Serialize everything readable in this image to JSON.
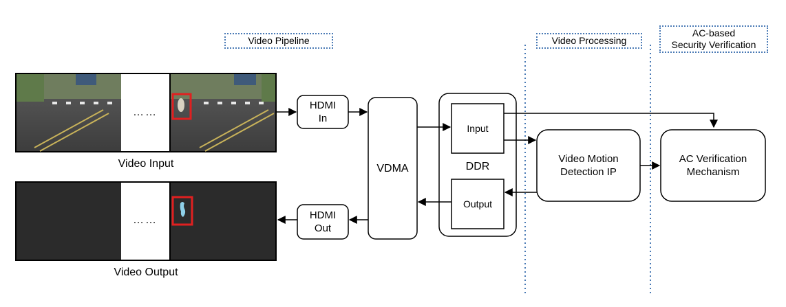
{
  "sections": {
    "video_pipeline": "Video Pipeline",
    "video_processing": "Video Processing",
    "ac_line1": "AC-based",
    "ac_line2": "Security Verification"
  },
  "frames": {
    "input_caption": "Video Input",
    "output_caption": "Video Output",
    "ellipsis": "……"
  },
  "blocks": {
    "hdmi_in_line1": "HDMI",
    "hdmi_in_line2": "In",
    "hdmi_out_line1": "HDMI",
    "hdmi_out_line2": "Out",
    "vdma": "VDMA",
    "ddr": "DDR",
    "ddr_input": "Input",
    "ddr_output": "Output",
    "vmd_line1": "Video Motion",
    "vmd_line2": "Detection IP",
    "ac_line1": "AC Verification",
    "ac_line2": "Mechanism"
  },
  "colors": {
    "dotted_line": "#4a7ab5",
    "highlight": "#e02020",
    "output_bg": "#2b2b2b",
    "asphalt": "#4a4a4a"
  }
}
